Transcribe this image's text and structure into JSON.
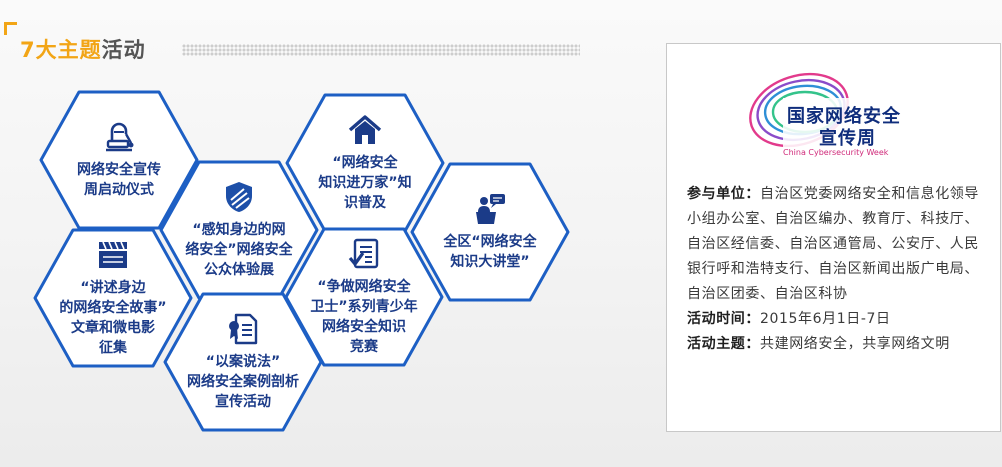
{
  "section": {
    "title_highlight": "7大主题",
    "title_rest": "活动"
  },
  "hexagons": [
    {
      "icon": "microphone-icon",
      "label": "网络安全宣传\n周启动仪式"
    },
    {
      "icon": "shield-icon",
      "label": "“感知身边的网\n络安全”网络安全\n公众体验展"
    },
    {
      "icon": "house-icon",
      "label": "“网络安全\n知识进万家”知\n识普及"
    },
    {
      "icon": "speaker-podium-icon",
      "label": "全区“网络安全\n知识大讲堂”"
    },
    {
      "icon": "clapperboard-icon",
      "label": "“讲述身边\n的网络安全故事”\n文章和微电影\n征集"
    },
    {
      "icon": "checklist-icon",
      "label": "“争做网络安全\n卫士”系列青少年\n网络安全知识\n竞赛"
    },
    {
      "icon": "certificate-document-icon",
      "label": "“以案说法”\n网络安全案例剖析\n宣传活动"
    }
  ],
  "panel": {
    "logo_line1": "国家网络安全",
    "logo_line2": "宣传周",
    "logo_en": "China Cybersecurity Week",
    "participants_label": "参与单位：",
    "participants_value": "自治区党委网络安全和信息化领导小组办公室、自治区编办、教育厅、科技厅、自治区经信委、自治区通管局、公安厅、人民银行呼和浩特支行、自治区新闻出版广电局、自治区团委、自治区科协",
    "time_label": "活动时间：",
    "time_value": "2015年6月1日-7日",
    "theme_label": "活动主题：",
    "theme_value": "共建网络安全，共享网络文明"
  },
  "colors": {
    "hex_border": "#1d5fc4",
    "hex_text": "#1b3b88",
    "accent": "#f2a516"
  }
}
